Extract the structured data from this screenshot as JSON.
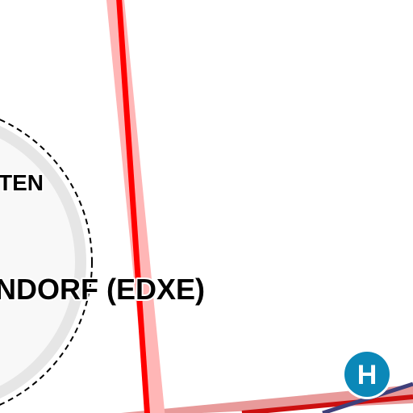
{
  "map": {
    "labels": {
      "zone_partial": "TEN",
      "aerodrome": "NDORF (EDXE)"
    },
    "heliport": {
      "letter": "H",
      "color": "#0b88b8"
    },
    "colors": {
      "zone_fill": "#f8f8f8",
      "zone_ring": "#e6e6e6",
      "zone_boundary": "#000000",
      "route_halo": "#ffb6b6",
      "route_line": "#ff0000",
      "secondary_route": "#3f3f7a"
    }
  }
}
